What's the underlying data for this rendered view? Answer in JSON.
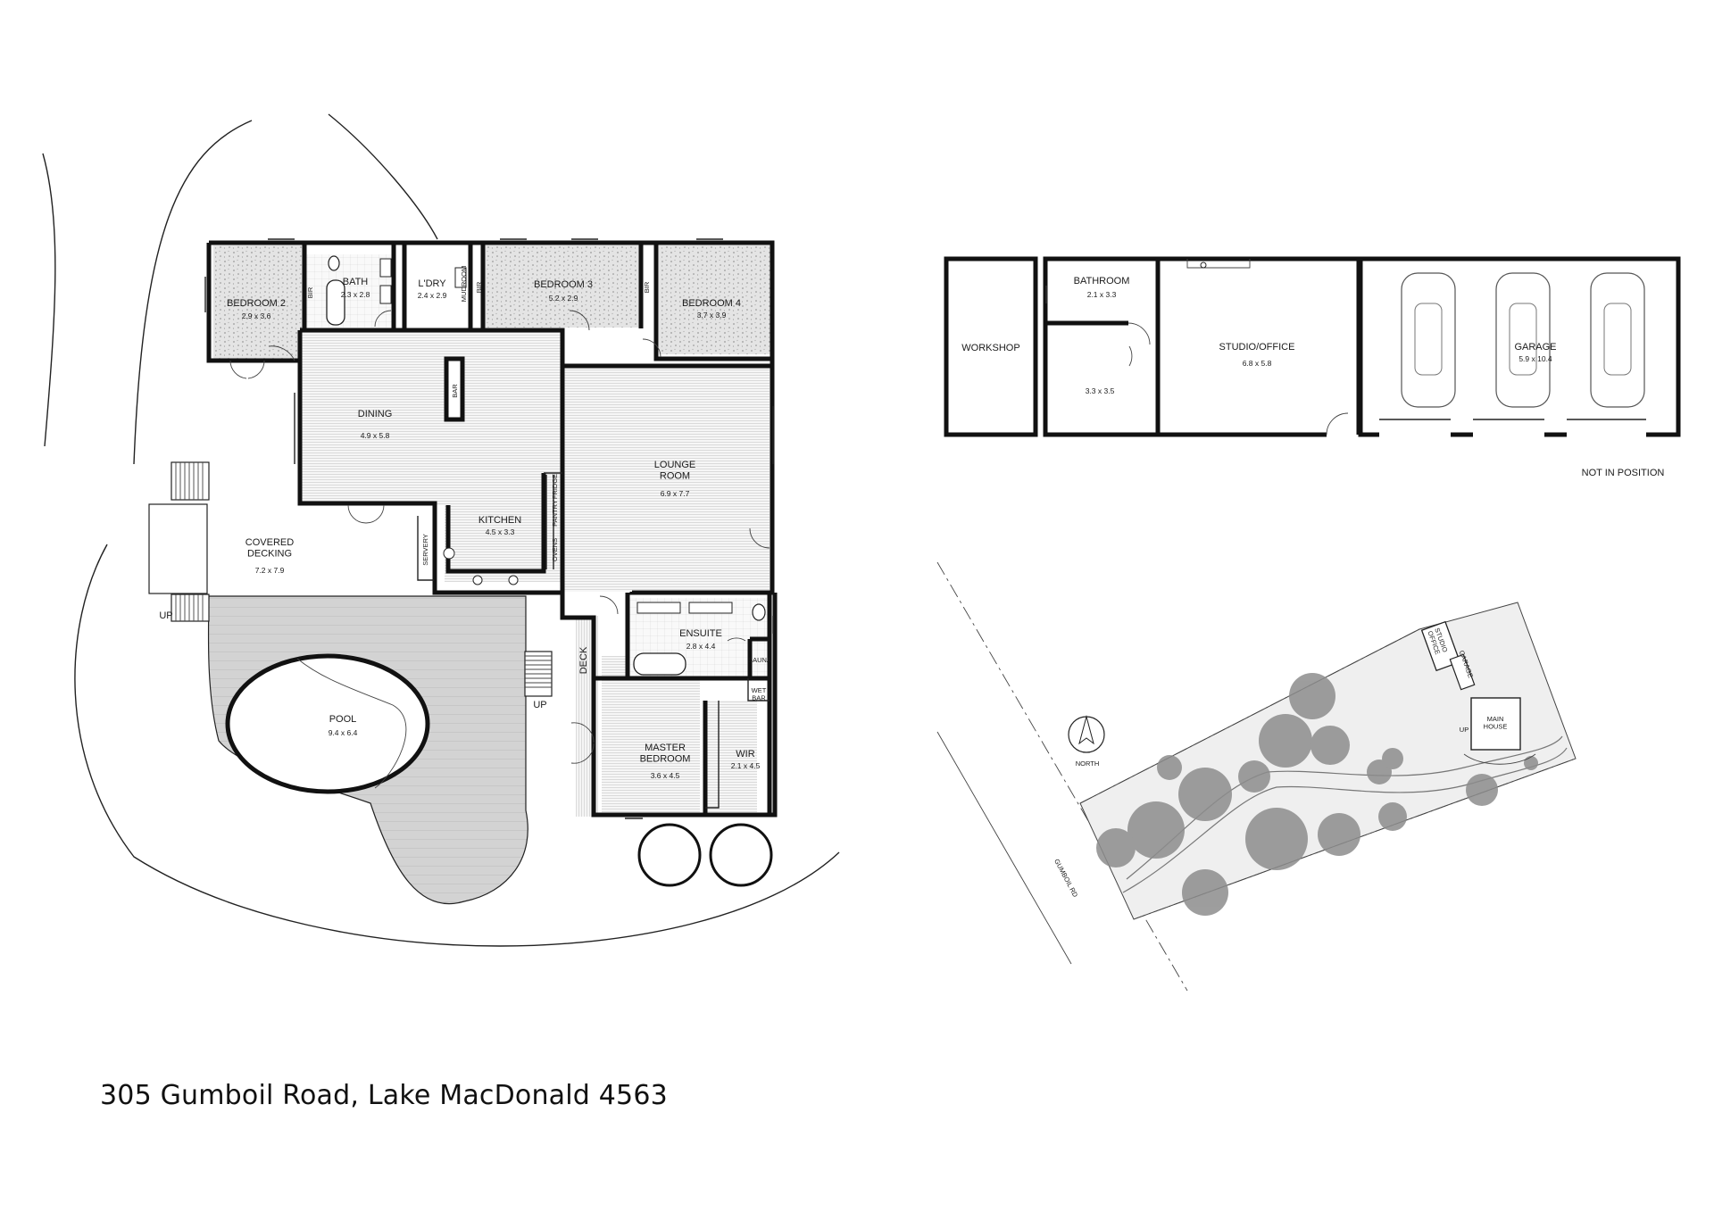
{
  "address": "305 Gumboil Road, Lake MacDonald 4563",
  "main_house": {
    "rooms": [
      {
        "id": "bedroom2",
        "name": "BEDROOM 2",
        "dims": "2.9 x 3.6"
      },
      {
        "id": "bath",
        "name": "BATH",
        "dims": "2.3 x 2.8"
      },
      {
        "id": "ldry",
        "name": "L'DRY",
        "dims": "2.4 x 2.9"
      },
      {
        "id": "bedroom3",
        "name": "BEDROOM 3",
        "dims": "5.2 x 2.9"
      },
      {
        "id": "bedroom4",
        "name": "BEDROOM 4",
        "dims": "3.7 x 3.9"
      },
      {
        "id": "dining",
        "name": "DINING",
        "dims": "4.9 x 5.8"
      },
      {
        "id": "lounge",
        "name": "LOUNGE\nROOM",
        "dims": "6.9 x 7.7"
      },
      {
        "id": "kitchen",
        "name": "KITCHEN",
        "dims": "4.5 x 3.3"
      },
      {
        "id": "covered",
        "name": "COVERED\nDECKING",
        "dims": "7.2 x 7.9"
      },
      {
        "id": "pool",
        "name": "POOL",
        "dims": "9.4 x 6.4"
      },
      {
        "id": "ensuite",
        "name": "ENSUITE",
        "dims": "2.8 x 4.4"
      },
      {
        "id": "master",
        "name": "MASTER\nBEDROOM",
        "dims": "3.6 x 4.5"
      },
      {
        "id": "wir",
        "name": "WIR",
        "dims": "2.1 x 4.5"
      }
    ],
    "small_labels": {
      "bir_left": "BIR",
      "bir_mid": "BIR",
      "bir_right": "BIR",
      "mudroom": "MUDROOM",
      "bar": "BAR",
      "servery": "SERVERY",
      "ovens": "OVENS",
      "pantry": "PANTRY",
      "fridge": "FRIDGE",
      "sauna": "SAUNA",
      "wet_bar": "WET\nBAR",
      "deck": "DECK",
      "up_left": "UP",
      "up_pool": "UP"
    }
  },
  "outbuilding": {
    "rooms": [
      {
        "id": "workshop",
        "name": "WORKSHOP",
        "dims": ""
      },
      {
        "id": "bathroom",
        "name": "BATHROOM",
        "dims": "2.1 x 3.3"
      },
      {
        "id": "room33",
        "name": "",
        "dims": "3.3 x 3.5"
      },
      {
        "id": "studio",
        "name": "STUDIO/OFFICE",
        "dims": "6.8 x 5.8"
      },
      {
        "id": "garage",
        "name": "GARAGE",
        "dims": "5.9 x 10.4"
      }
    ],
    "note": "NOT IN POSITION"
  },
  "site_plan": {
    "north_label": "NORTH",
    "road_label": "GUMBOIL RD",
    "main_house_label": "MAIN\nHOUSE",
    "studio_label": "STUDIO\nOFFICE",
    "garage_label": "GARAGE",
    "up_label": "UP"
  },
  "colors": {
    "wall": "#111111",
    "carpet": "#d9d9d9",
    "deck": "#cfcfcf",
    "tree": "#8a8a8a",
    "yard": "#eeeeee"
  }
}
